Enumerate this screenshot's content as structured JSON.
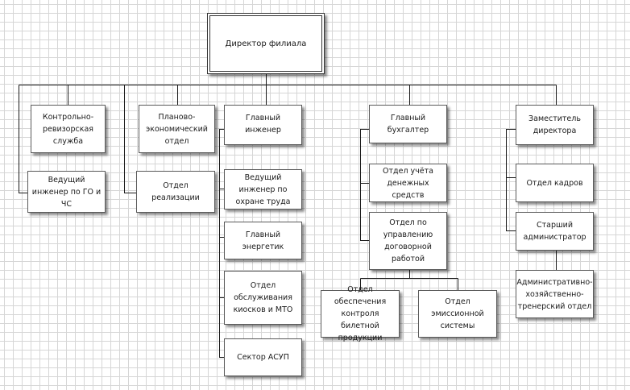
{
  "diagram": {
    "director": "Директор филиала",
    "departments": {
      "control": "Контрольно-ревизорская служба",
      "go_chs": "Ведущий инженер по ГО и ЧС",
      "planning": "Планово-экономический отдел",
      "sales": "Отдел реализации",
      "chief_engineer": "Главный инженер",
      "labor_safety": "Ведущий инженер по охране труда",
      "chief_energy": "Главный энергетик",
      "kiosk_service": "Отдел обслуживания киосков и МТО",
      "asup": "Сектор АСУП",
      "chief_accountant": "Главный бухгалтер",
      "cash_accounting": "Отдел учёта денежных средств",
      "contract_mgmt": "Отдел по управлению договорной работой",
      "ticket_control": "Отдел обеспечения контроля билетной продукции",
      "emission": "Отдел эмиссионной системы",
      "deputy": "Заместитель директора",
      "hr": "Отдел кадров",
      "senior_admin": "Старший администратор",
      "admin_staff": "Административно-хозяйственно-тренерский отдел"
    }
  }
}
